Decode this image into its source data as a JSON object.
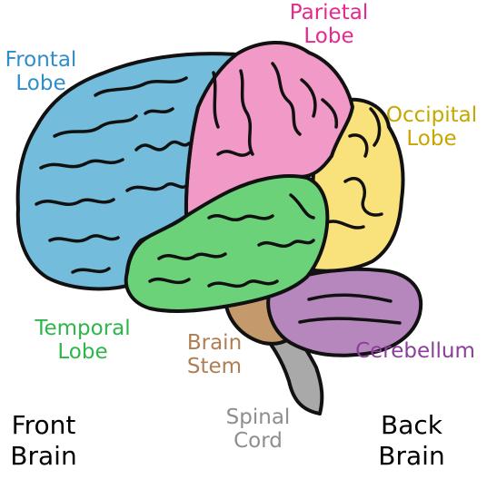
{
  "colors": {
    "frontal": "#74bcdb",
    "parietal": "#f19ac7",
    "occipital": "#f9e27c",
    "temporal": "#6cd27a",
    "brain_stem": "#c49a6c",
    "cerebellum": "#b587bd",
    "spinal_cord": "#a9a9a9",
    "outline": "#111111"
  },
  "labels": {
    "frontal": {
      "line1": "Frontal",
      "line2": "Lobe",
      "color": "#2e8ec8"
    },
    "parietal": {
      "line1": "Parietal",
      "line2": "Lobe",
      "color": "#e5298f"
    },
    "occipital": {
      "line1": "Occipital",
      "line2": "Lobe",
      "color": "#c8a600"
    },
    "temporal": {
      "line1": "Temporal",
      "line2": "Lobe",
      "color": "#2fb64b"
    },
    "brain_stem": {
      "line1": "Brain",
      "line2": "Stem",
      "color": "#b07e52"
    },
    "cerebellum": {
      "line1": "Cerebellum",
      "color": "#8b3f99"
    },
    "spinal_cord": {
      "line1": "Spinal",
      "line2": "Cord",
      "color": "#8e8e8e"
    },
    "front_brain": {
      "line1": "Front",
      "line2": "Brain"
    },
    "back_brain": {
      "line1": "Back",
      "line2": "Brain"
    }
  }
}
